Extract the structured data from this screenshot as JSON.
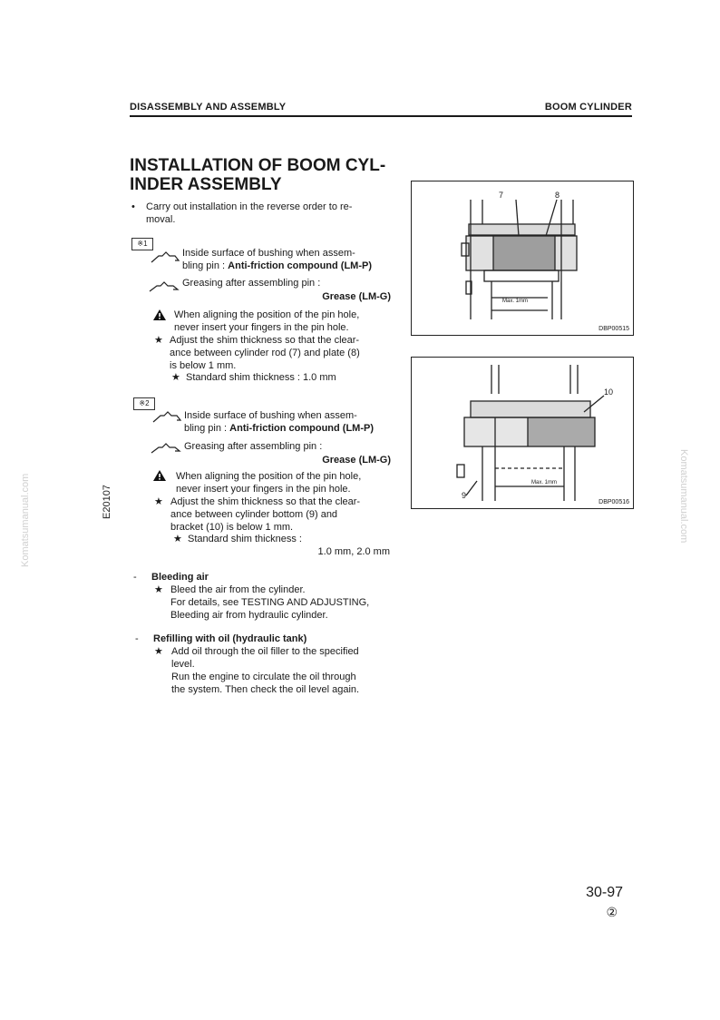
{
  "header": {
    "left": "DISASSEMBLY AND ASSEMBLY",
    "right": "BOOM CYLINDER"
  },
  "title": {
    "line1": "INSTALLATION OF BOOM CYL-",
    "line2": "INDER ASSEMBLY"
  },
  "intro": {
    "bullet": "•",
    "line1": "Carry out installation in the reverse order to re-",
    "line2": "moval."
  },
  "section1": {
    "tag": "※1",
    "bushing_line1": "Inside surface of bushing when assem-",
    "bushing_line2_a": "bling pin : ",
    "bushing_line2_b": "Anti-friction compound (LM-P)",
    "grease_line1": "Greasing after assembling pin :",
    "grease_line2": "Grease (LM-G)",
    "warn_line1": "When aligning the position of the pin hole,",
    "warn_line2": "never insert your fingers in the pin hole.",
    "adjust_line1": "Adjust the shim thickness so that the clear-",
    "adjust_line2": "ance between cylinder rod (7) and plate (8)",
    "adjust_line3": "is below 1 mm.",
    "std_line": "Standard shim thickness : 1.0 mm"
  },
  "section2": {
    "tag": "※2",
    "bushing_line1": "Inside surface of bushing when assem-",
    "bushing_line2_a": "bling pin : ",
    "bushing_line2_b": "Anti-friction compound (LM-P)",
    "grease_line1": "Greasing after assembling pin :",
    "grease_line2": "Grease (LM-G)",
    "warn_line1": "When aligning the position of the pin hole,",
    "warn_line2": "never insert your fingers in the pin hole.",
    "adjust_line1": "Adjust the shim thickness so that the clear-",
    "adjust_line2": "ance between cylinder bottom (9) and",
    "adjust_line3": "bracket (10) is below 1 mm.",
    "std_line1": "Standard shim thickness :",
    "std_line2": "1.0 mm, 2.0 mm"
  },
  "bleeding": {
    "heading": "Bleeding air",
    "line1": "Bleed the air from the cylinder.",
    "line2": "For details, see TESTING AND ADJUSTING,",
    "line3": "Bleeding air from hydraulic cylinder."
  },
  "refilling": {
    "heading": "Refilling with oil (hydraulic tank)",
    "line1": "Add oil through the oil filler to the specified",
    "line2": "level.",
    "line3": "Run the engine to circulate the oil through",
    "line4": "the system. Then check the oil level again."
  },
  "figure1": {
    "label7": "7",
    "label8": "8",
    "dim": "Max. 1mm",
    "code": "DBP00515"
  },
  "figure2": {
    "label10": "10",
    "label9": "9",
    "dim": "Max. 1mm",
    "code": "DBP00516"
  },
  "side_code": "E20107",
  "watermark": "Komatsumanual.com",
  "page": {
    "number": "30-97",
    "revision": "②"
  },
  "symbols": {
    "star": "★",
    "dash": "-",
    "warning_icon": "warning-triangle",
    "grease_icon": "grease-gun"
  },
  "colors": {
    "text": "#1a1a1a",
    "watermark": "#d0d0d0"
  }
}
